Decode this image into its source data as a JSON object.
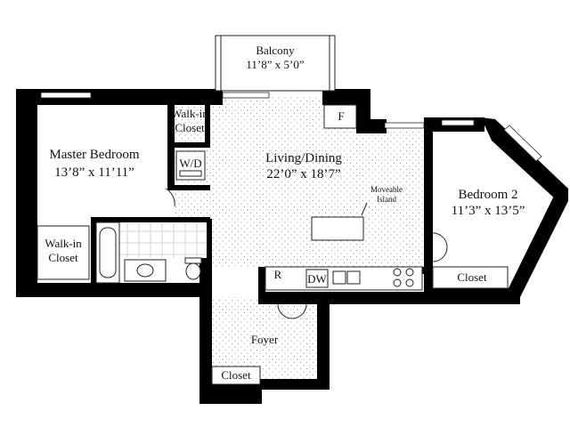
{
  "rooms": {
    "balcony": {
      "name": "Balcony",
      "dims": "11’8” x 5’0”"
    },
    "master_bedroom": {
      "name": "Master Bedroom",
      "dims": "13’8” x 11’11”"
    },
    "walkin_closet_top": {
      "line1": "Walk-in",
      "line2": "Closet"
    },
    "walkin_closet_bottom": {
      "line1": "Walk-in",
      "line2": "Closet"
    },
    "laundry": {
      "name": "W/D"
    },
    "fridge": {
      "name": "F"
    },
    "living_dining": {
      "name": "Living/Dining",
      "dims": "22’0” x 18’7”"
    },
    "island": {
      "line1": "Moveable",
      "line2": "Island"
    },
    "bedroom2": {
      "name": "Bedroom 2",
      "dims": "11’3” x 13’5”"
    },
    "closet_bedroom2": {
      "name": "Closet"
    },
    "kitchen_r": {
      "name": "R"
    },
    "kitchen_dw": {
      "name": "DW"
    },
    "foyer": {
      "name": "Foyer"
    },
    "closet_foyer": {
      "name": "Closet"
    }
  },
  "colors": {
    "wall": "#000000",
    "floor_dots": "#9a9a9a",
    "tile": "#c9c9c9"
  }
}
